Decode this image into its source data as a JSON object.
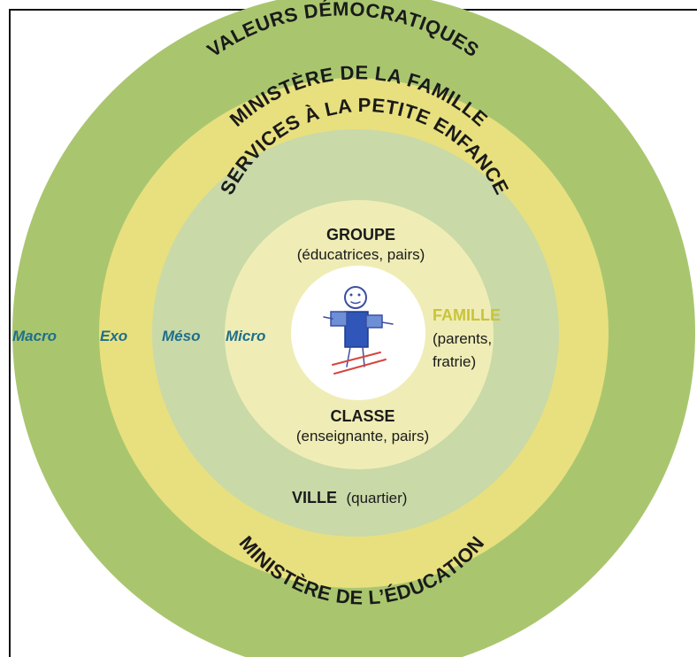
{
  "rings": {
    "macro": {
      "label": "VALEURS DÉMOCRATIQUES",
      "bottom_label": ""
    },
    "exo": {
      "label": "MINISTÈRE DE LA FAMILLE",
      "bottom_label": "MINISTÈRE DE L’ÉDUCATION"
    },
    "meso": {
      "label": "SERVICES À LA PETITE ENFANCE",
      "bottom_label_bold": "VILLE",
      "bottom_label_sub": "(quartier)"
    },
    "micro": {
      "top": {
        "title": "GROUPE",
        "sub": "(éducatrices, pairs)"
      },
      "right": {
        "title": "FAMILLE",
        "sub1": "(parents,",
        "sub2": "fratrie)"
      },
      "bottom": {
        "title": "CLASSE",
        "sub": "(enseignante, pairs)"
      }
    }
  },
  "level_labels": [
    "Macro",
    "Exo",
    "Méso",
    "Micro"
  ],
  "colors": {
    "macro": "#a9c66f",
    "exo": "#e8e07e",
    "meso": "#c9d9a8",
    "micro": "#efedb5",
    "center": "#ffffff",
    "level_text": "#1f6f8b",
    "famille": "#c9c33a"
  },
  "center_figure": "child-drawing-icon"
}
